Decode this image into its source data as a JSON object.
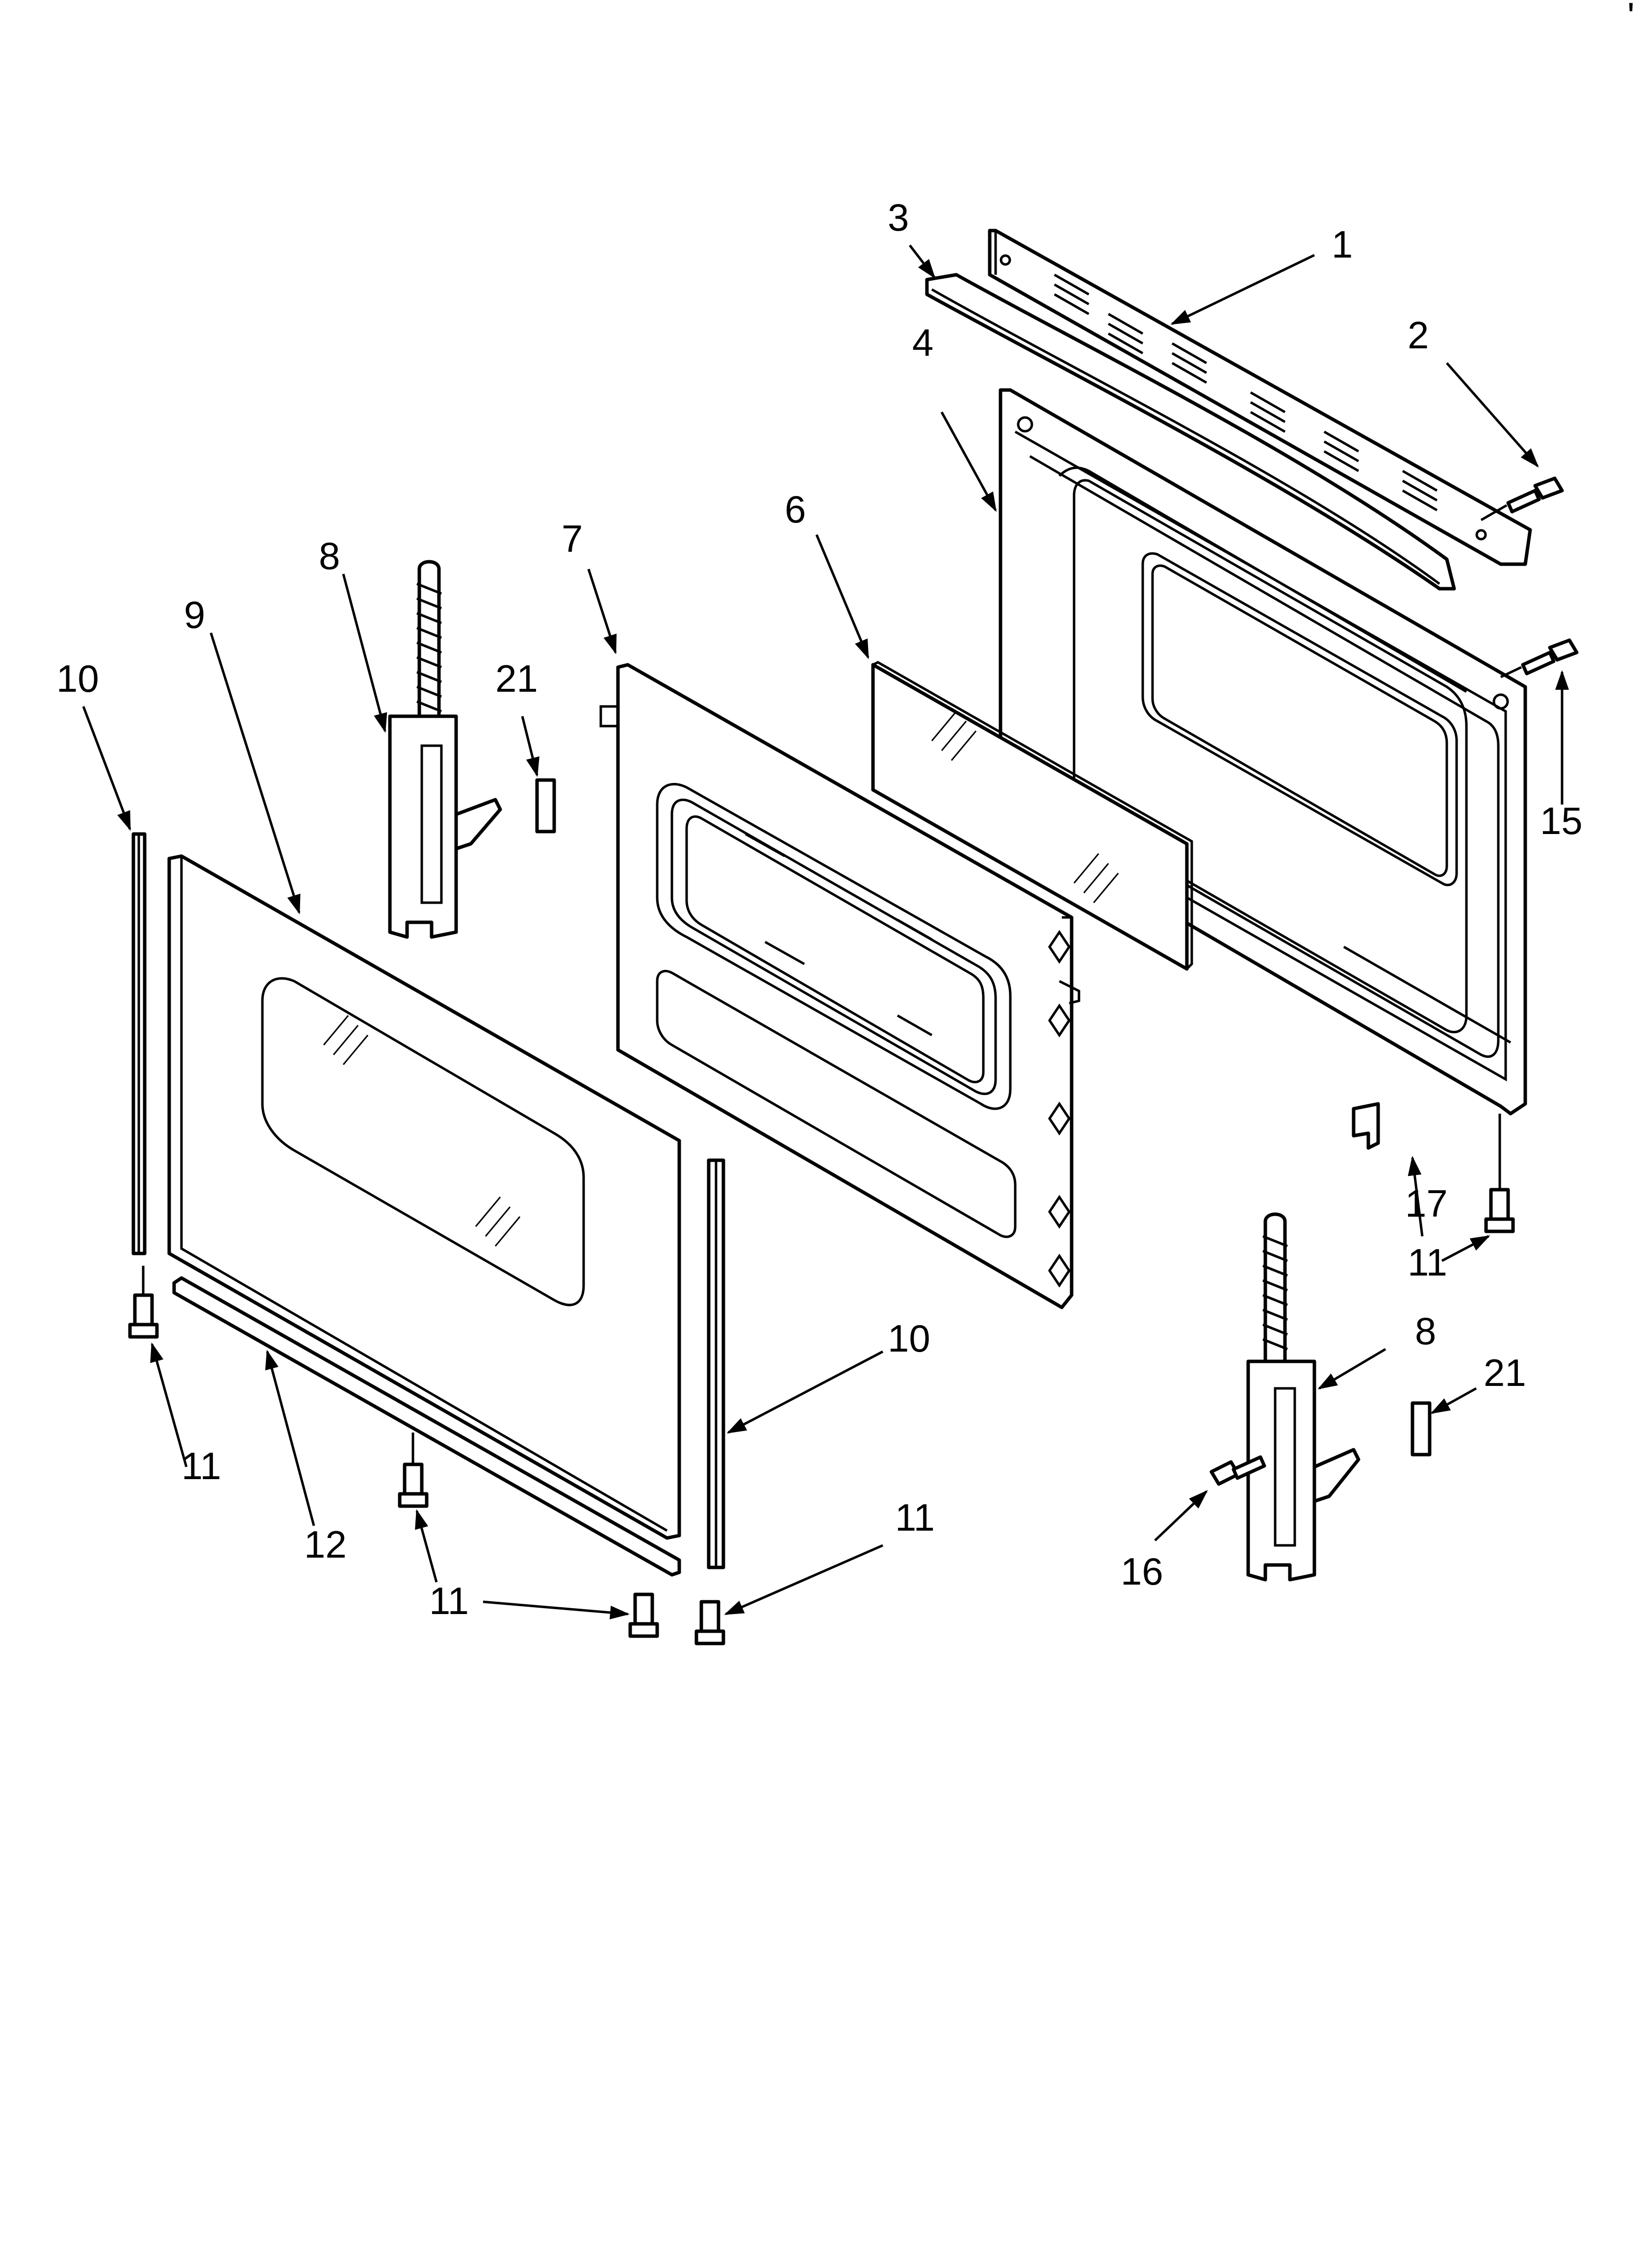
{
  "diagram": {
    "callouts": {
      "c1": "1",
      "c2": "2",
      "c3": "3",
      "c4": "4",
      "c6": "6",
      "c7": "7",
      "c8a": "8",
      "c8b": "8",
      "c9": "9",
      "c10a": "10",
      "c10b": "10",
      "c11a": "11",
      "c11b": "11",
      "c11c": "11",
      "c11d": "11",
      "c12": "12",
      "c15": "15",
      "c16": "16",
      "c17": "17",
      "c21a": "21",
      "c21b": "21"
    },
    "corner_mark": "'"
  }
}
